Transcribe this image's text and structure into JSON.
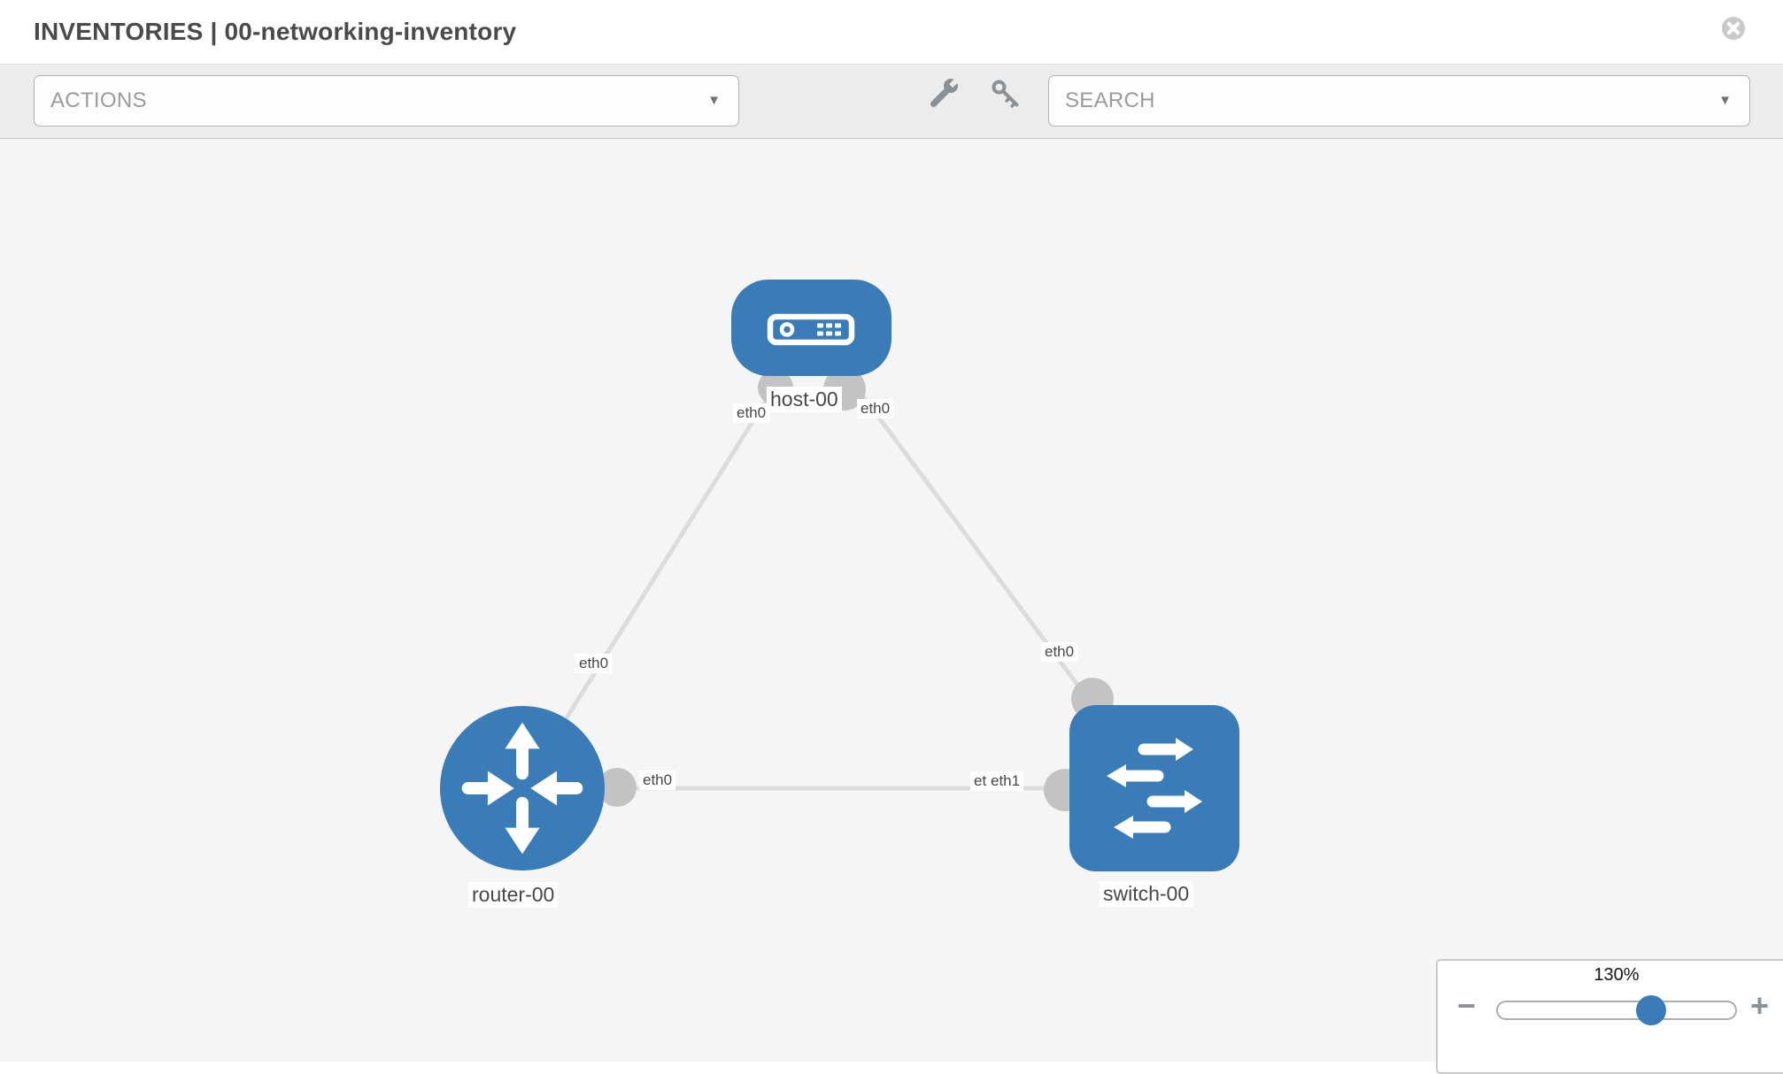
{
  "header": {
    "title": "INVENTORIES | 00-networking-inventory"
  },
  "toolbar": {
    "actions": {
      "placeholder": "ACTIONS",
      "caret": "▼"
    },
    "search": {
      "placeholder": "SEARCH",
      "caret": "▼"
    },
    "icons": [
      "wrench-icon",
      "key-icon"
    ]
  },
  "topology": {
    "nodes": [
      {
        "label": "host-00",
        "type": "host"
      },
      {
        "label": "router-00",
        "type": "router"
      },
      {
        "label": "switch-00",
        "type": "switch"
      }
    ],
    "links": [
      {
        "from": "router-00",
        "to": "host-00",
        "from_interface": "eth0",
        "to_interface": "eth0"
      },
      {
        "from": "host-00",
        "to": "switch-00",
        "from_interface": "eth0",
        "to_interface": "eth0"
      },
      {
        "from": "router-00",
        "to": "switch-00",
        "from_interface": "eth0",
        "to_interface": "eth1"
      }
    ],
    "interface_labels": [
      {
        "text": "eth0"
      },
      {
        "text": "eth0"
      },
      {
        "text": "eth0"
      },
      {
        "text": "eth0"
      },
      {
        "text": "eth0"
      },
      {
        "text": "eth0"
      },
      {
        "text": "eth1"
      }
    ]
  },
  "zoom_control": {
    "level": "130%",
    "minus": "−",
    "plus": "+"
  },
  "colors": {
    "node_blue": "#3a7cb8",
    "link_gray": "#dcdcdc",
    "connector_gray": "#c3c3c3",
    "toolbar_gray": "#ececec",
    "canvas_gray": "#f4f5f4"
  }
}
